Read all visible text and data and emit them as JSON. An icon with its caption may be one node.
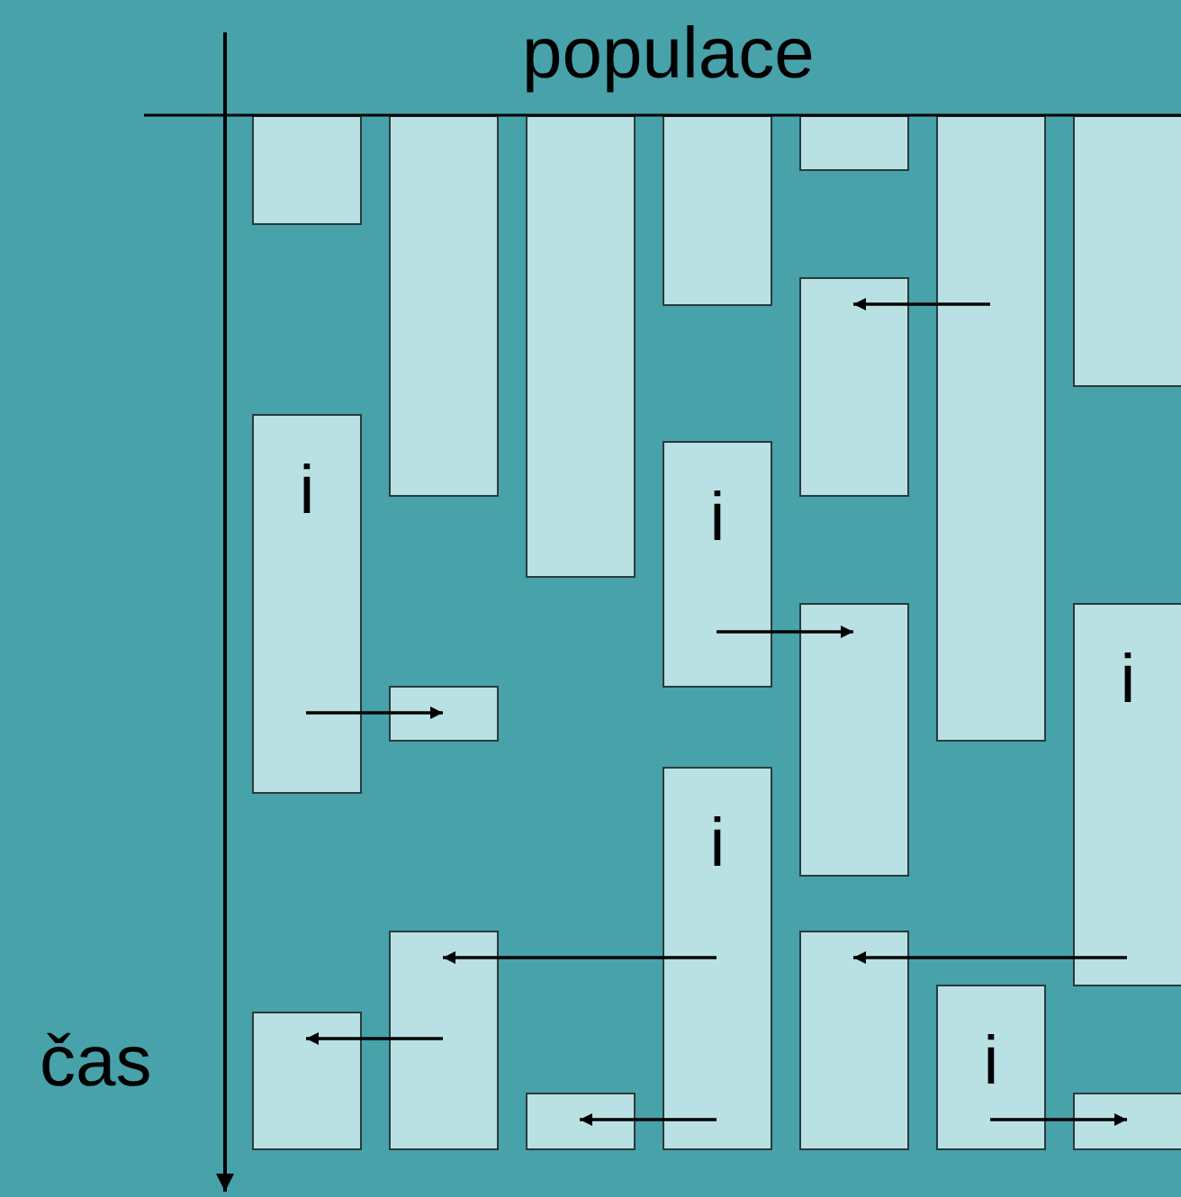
{
  "diagram": {
    "nodes": [
      {
        "text": [],
        "shape": "box"
      },
      {
        "text": [
          "i"
        ]
      },
      {
        "text": [],
        "shape": "box"
      },
      {
        "text": [],
        "shape": "box"
      },
      {
        "text": [],
        "shape": "box"
      },
      {
        "text": [],
        "shape": "box"
      },
      {
        "text": [],
        "shape": "box"
      },
      {
        "text": [],
        "shape": "box"
      },
      {
        "text": [],
        "shape": "box"
      },
      {
        "text": [
          "i"
        ]
      },
      {
        "text": [
          "i"
        ]
      },
      {
        "text": [],
        "shape": "box"
      },
      {
        "text": [],
        "shape": "box"
      },
      {
        "text": [],
        "shape": "box"
      },
      {
        "text": [],
        "shape": "box"
      },
      {
        "text": [],
        "shape": "box"
      },
      {
        "text": [
          "i"
        ]
      },
      {
        "text": [],
        "shape": "box"
      },
      {
        "text": [
          "i"
        ]
      },
      {
        "text": [],
        "shape": "box"
      }
    ],
    "edges": [
      {
        "from": 15,
        "to": 12,
        "arrow": "to"
      },
      {
        "from": 1,
        "to": 4,
        "arrow": "to"
      },
      {
        "from": 9,
        "to": 13,
        "arrow": "to"
      },
      {
        "from": 10,
        "to": 5,
        "arrow": "to"
      },
      {
        "from": 5,
        "to": 2,
        "arrow": "to"
      },
      {
        "from": 10,
        "to": 7,
        "arrow": "to"
      },
      {
        "from": 18,
        "to": 14,
        "arrow": "to"
      },
      {
        "from": 16,
        "to": 19,
        "arrow": "to"
      }
    ],
    "labels": [
      "populace",
      "čas"
    ]
  }
}
